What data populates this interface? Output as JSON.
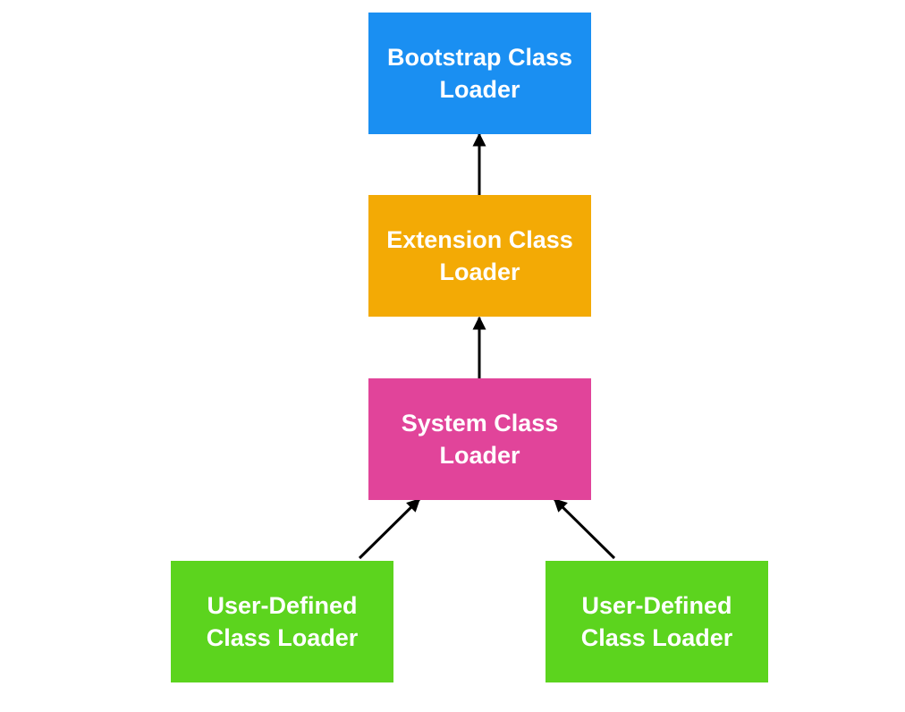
{
  "diagram": {
    "nodes": [
      {
        "id": "bootstrap",
        "label": "Bootstrap Class\nLoader",
        "color": "#1a8ff2"
      },
      {
        "id": "extension",
        "label": "Extension Class\nLoader",
        "color": "#f3aa05"
      },
      {
        "id": "system",
        "label": "System Class\nLoader",
        "color": "#e1449a"
      },
      {
        "id": "user1",
        "label": "User-Defined\nClass Loader",
        "color": "#5cd41e"
      },
      {
        "id": "user2",
        "label": "User-Defined\nClass Loader",
        "color": "#5cd41e"
      }
    ],
    "edges": [
      {
        "from": "extension",
        "to": "bootstrap"
      },
      {
        "from": "system",
        "to": "extension"
      },
      {
        "from": "user1",
        "to": "system"
      },
      {
        "from": "user2",
        "to": "system"
      }
    ],
    "arrow_color": "#000000"
  }
}
